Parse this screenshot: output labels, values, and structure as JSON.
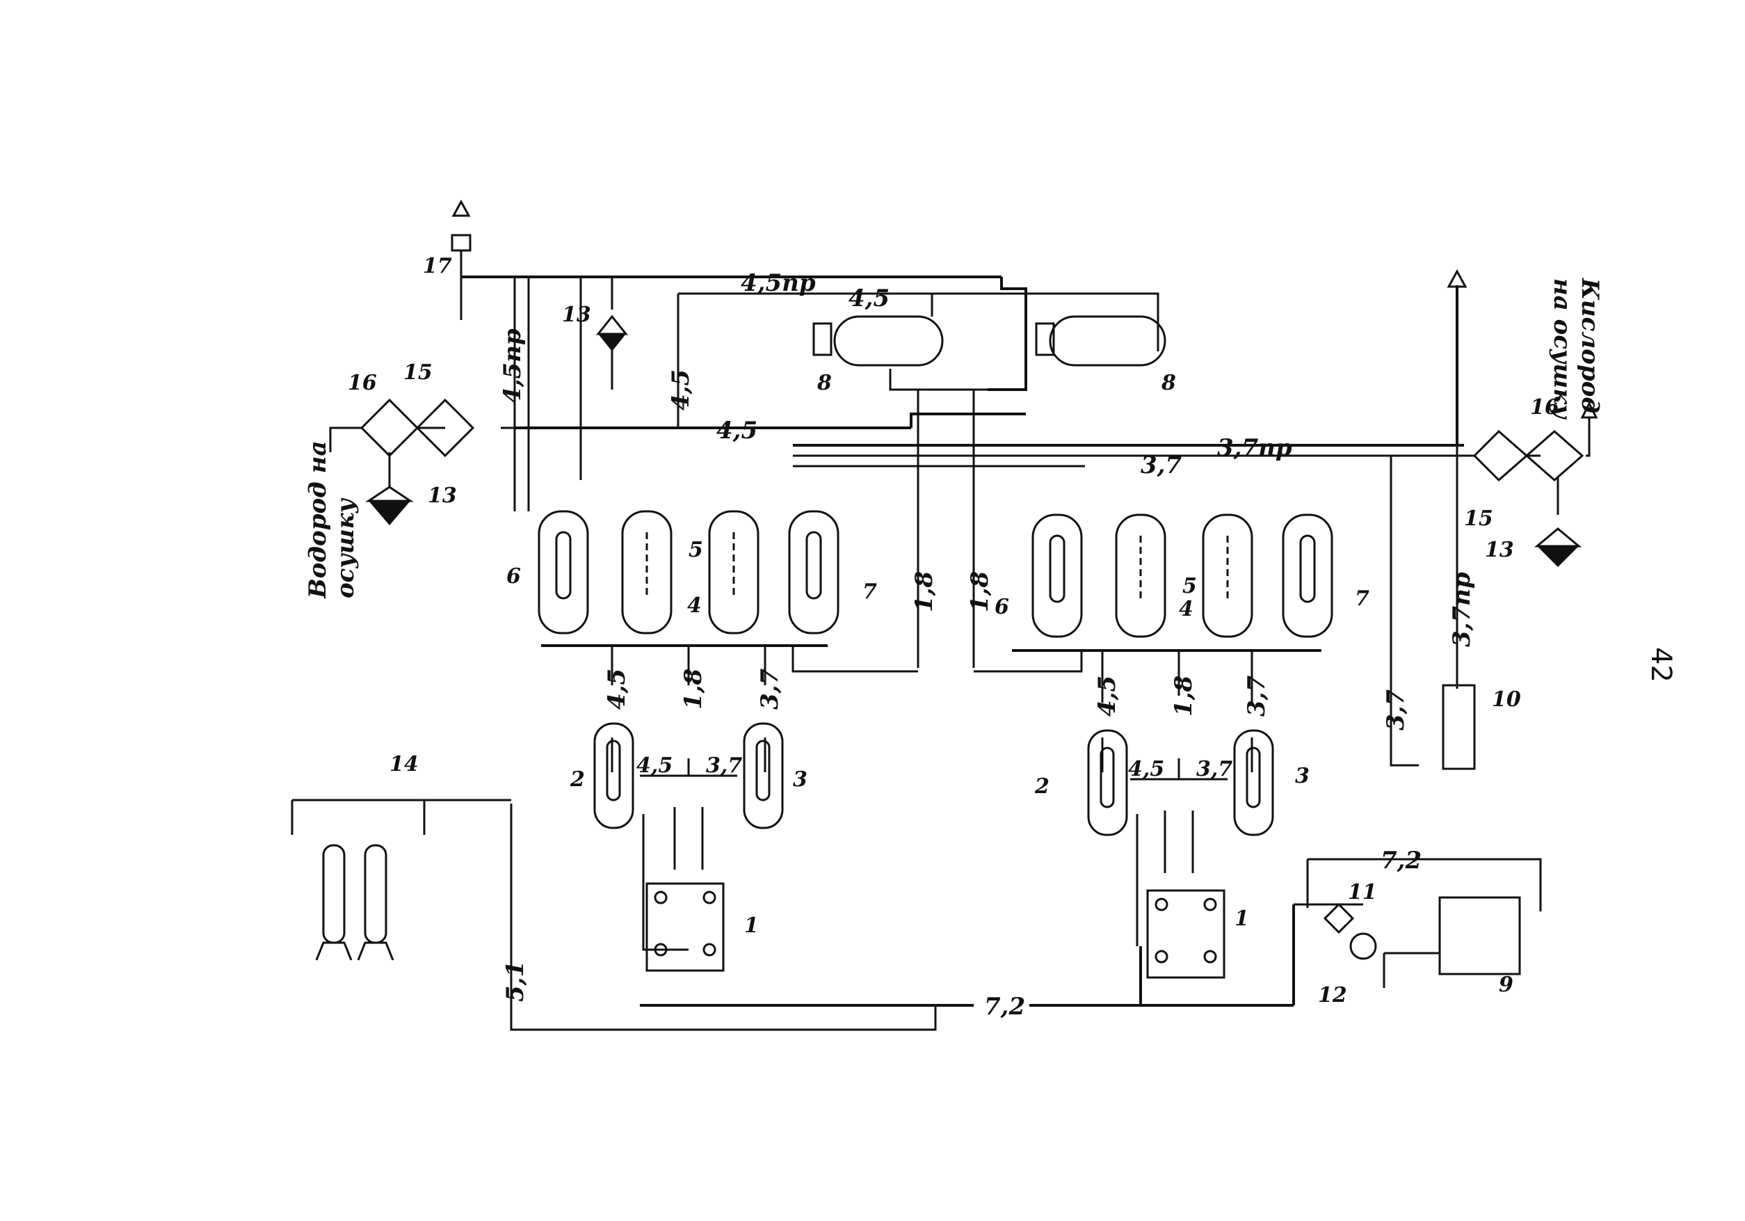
{
  "line_labels": {
    "h45pr_top": "4,5пр",
    "h45_top": "4,5",
    "v45pr_left": "4,5пр",
    "v45_mid": "4,5",
    "h45_main": "4,5",
    "h37pr": "3,7пр",
    "h37": "3,7",
    "v18_a": "1,8",
    "v18_b": "1,8",
    "v45_l": "4,5",
    "v18_l": "1,8",
    "v37_l": "3,7",
    "v45_r": "4,5",
    "v18_r": "1,8",
    "v37_r": "3,7",
    "v37_tank": "3,7",
    "v37pr_tank": "3,7пр",
    "s45_l": "4,5",
    "s37_l": "3,7",
    "s45_r": "4,5",
    "s37_r": "3,7",
    "h72_bottom": "7,2",
    "h72_pump": "7,2",
    "v51": "5,1"
  },
  "side_labels": {
    "hydrogen": [
      "Водород на",
      "осушку"
    ],
    "oxygen": [
      "Кислород",
      "на осушку"
    ]
  },
  "equipment_numbers": {
    "n17": "17",
    "n16_l": "16",
    "n15_l": "15",
    "n13_l": "13",
    "n13_top": "13",
    "n8_l": "8",
    "n8_r": "8",
    "n6_l": "6",
    "n4_l": "4",
    "n5_l": "5",
    "n7_l": "7",
    "n6_r": "6",
    "n4_r": "4",
    "n5_r": "5",
    "n7_r": "7",
    "n2_l": "2",
    "n3_l": "3",
    "n2_r": "2",
    "n3_r": "3",
    "n1_l": "1",
    "n1_r": "1",
    "n14": "14",
    "n16_r": "16",
    "n15_r": "15",
    "n13_r": "13",
    "n10": "10",
    "n11": "11",
    "n12": "12",
    "n9": "9"
  },
  "page_number": "42"
}
